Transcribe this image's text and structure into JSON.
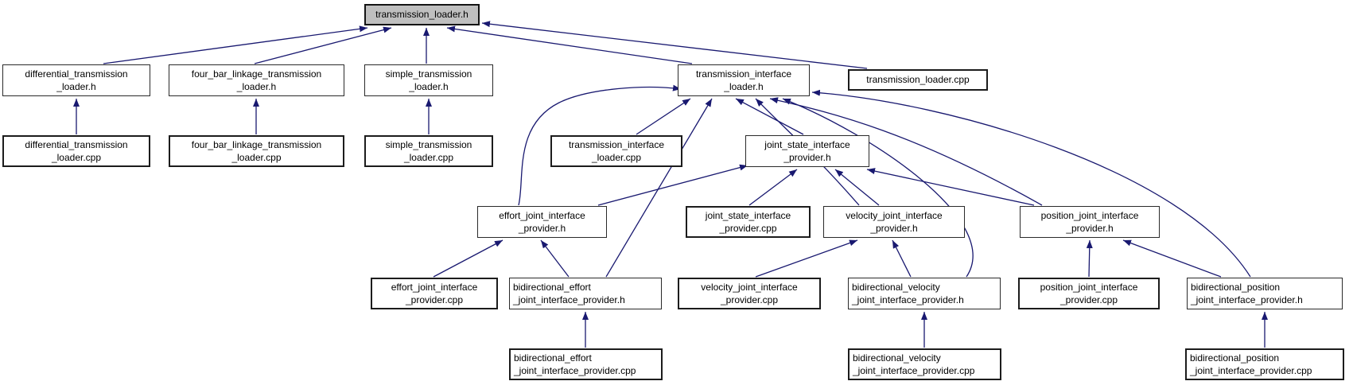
{
  "diagram": {
    "kind": "include-dependency-graph",
    "main_node": "transmission_loader.h",
    "background_color": "#ffffff",
    "edge_color": "#191970",
    "main_node_fill": "#bfbfbf",
    "node_fill": "#ffffff",
    "nodes": [
      {
        "id": "transmission_loader_h",
        "label": "transmission_loader.h",
        "lines": [
          "transmission_loader.h"
        ],
        "highlighted": true
      },
      {
        "id": "differential_transmission_loader_h",
        "label": "differential_transmission_loader.h",
        "lines": [
          "differential_transmission",
          "_loader.h"
        ]
      },
      {
        "id": "four_bar_linkage_transmission_loader_h",
        "label": "four_bar_linkage_transmission_loader.h",
        "lines": [
          "four_bar_linkage_transmission",
          "_loader.h"
        ]
      },
      {
        "id": "simple_transmission_loader_h",
        "label": "simple_transmission_loader.h",
        "lines": [
          "simple_transmission",
          "_loader.h"
        ]
      },
      {
        "id": "transmission_interface_loader_h",
        "label": "transmission_interface_loader.h",
        "lines": [
          "transmission_interface",
          "_loader.h"
        ]
      },
      {
        "id": "transmission_loader_cpp",
        "label": "transmission_loader.cpp",
        "lines": [
          "transmission_loader.cpp"
        ]
      },
      {
        "id": "differential_transmission_loader_cpp",
        "label": "differential_transmission_loader.cpp",
        "lines": [
          "differential_transmission",
          "_loader.cpp"
        ]
      },
      {
        "id": "four_bar_linkage_transmission_loader_cpp",
        "label": "four_bar_linkage_transmission_loader.cpp",
        "lines": [
          "four_bar_linkage_transmission",
          "_loader.cpp"
        ]
      },
      {
        "id": "simple_transmission_loader_cpp",
        "label": "simple_transmission_loader.cpp",
        "lines": [
          "simple_transmission",
          "_loader.cpp"
        ]
      },
      {
        "id": "transmission_interface_loader_cpp",
        "label": "transmission_interface_loader.cpp",
        "lines": [
          "transmission_interface",
          "_loader.cpp"
        ]
      },
      {
        "id": "joint_state_interface_provider_h",
        "label": "joint_state_interface_provider.h",
        "lines": [
          "joint_state_interface",
          "_provider.h"
        ]
      },
      {
        "id": "effort_joint_interface_provider_h",
        "label": "effort_joint_interface_provider.h",
        "lines": [
          "effort_joint_interface",
          "_provider.h"
        ]
      },
      {
        "id": "joint_state_interface_provider_cpp",
        "label": "joint_state_interface_provider.cpp",
        "lines": [
          "joint_state_interface",
          "_provider.cpp"
        ]
      },
      {
        "id": "velocity_joint_interface_provider_h",
        "label": "velocity_joint_interface_provider.h",
        "lines": [
          "velocity_joint_interface",
          "_provider.h"
        ]
      },
      {
        "id": "position_joint_interface_provider_h",
        "label": "position_joint_interface_provider.h",
        "lines": [
          "position_joint_interface",
          "_provider.h"
        ]
      },
      {
        "id": "effort_joint_interface_provider_cpp",
        "label": "effort_joint_interface_provider.cpp",
        "lines": [
          "effort_joint_interface",
          "_provider.cpp"
        ]
      },
      {
        "id": "bidirectional_effort_joint_interface_provider_h",
        "label": "bidirectional_effort_joint_interface_provider.h",
        "lines": [
          "bidirectional_effort",
          "_joint_interface_provider.h"
        ]
      },
      {
        "id": "velocity_joint_interface_provider_cpp",
        "label": "velocity_joint_interface_provider.cpp",
        "lines": [
          "velocity_joint_interface",
          "_provider.cpp"
        ]
      },
      {
        "id": "bidirectional_velocity_joint_interface_provider_h",
        "label": "bidirectional_velocity_joint_interface_provider.h",
        "lines": [
          "bidirectional_velocity",
          "_joint_interface_provider.h"
        ]
      },
      {
        "id": "position_joint_interface_provider_cpp",
        "label": "position_joint_interface_provider.cpp",
        "lines": [
          "position_joint_interface",
          "_provider.cpp"
        ]
      },
      {
        "id": "bidirectional_position_joint_interface_provider_h",
        "label": "bidirectional_position_joint_interface_provider.h",
        "lines": [
          "bidirectional_position",
          "_joint_interface_provider.h"
        ]
      },
      {
        "id": "bidirectional_effort_joint_interface_provider_cpp",
        "label": "bidirectional_effort_joint_interface_provider.cpp",
        "lines": [
          "bidirectional_effort",
          "_joint_interface_provider.cpp"
        ]
      },
      {
        "id": "bidirectional_velocity_joint_interface_provider_cpp",
        "label": "bidirectional_velocity_joint_interface_provider.cpp",
        "lines": [
          "bidirectional_velocity",
          "_joint_interface_provider.cpp"
        ]
      },
      {
        "id": "bidirectional_position_joint_interface_provider_cpp",
        "label": "bidirectional_position_joint_interface_provider.cpp",
        "lines": [
          "bidirectional_position",
          "_joint_interface_provider.cpp"
        ]
      }
    ],
    "edges": [
      {
        "from": "differential_transmission_loader_h",
        "to": "transmission_loader_h"
      },
      {
        "from": "four_bar_linkage_transmission_loader_h",
        "to": "transmission_loader_h"
      },
      {
        "from": "simple_transmission_loader_h",
        "to": "transmission_loader_h"
      },
      {
        "from": "transmission_interface_loader_h",
        "to": "transmission_loader_h"
      },
      {
        "from": "transmission_loader_cpp",
        "to": "transmission_loader_h"
      },
      {
        "from": "differential_transmission_loader_cpp",
        "to": "differential_transmission_loader_h"
      },
      {
        "from": "four_bar_linkage_transmission_loader_cpp",
        "to": "four_bar_linkage_transmission_loader_h"
      },
      {
        "from": "simple_transmission_loader_cpp",
        "to": "simple_transmission_loader_h"
      },
      {
        "from": "transmission_interface_loader_cpp",
        "to": "transmission_interface_loader_h"
      },
      {
        "from": "joint_state_interface_provider_h",
        "to": "transmission_interface_loader_h"
      },
      {
        "from": "effort_joint_interface_provider_h",
        "to": "transmission_interface_loader_h"
      },
      {
        "from": "velocity_joint_interface_provider_h",
        "to": "transmission_interface_loader_h"
      },
      {
        "from": "position_joint_interface_provider_h",
        "to": "transmission_interface_loader_h"
      },
      {
        "from": "bidirectional_effort_joint_interface_provider_h",
        "to": "transmission_interface_loader_h"
      },
      {
        "from": "bidirectional_velocity_joint_interface_provider_h",
        "to": "transmission_interface_loader_h"
      },
      {
        "from": "bidirectional_position_joint_interface_provider_h",
        "to": "transmission_interface_loader_h"
      },
      {
        "from": "joint_state_interface_provider_cpp",
        "to": "joint_state_interface_provider_h"
      },
      {
        "from": "effort_joint_interface_provider_h",
        "to": "joint_state_interface_provider_h"
      },
      {
        "from": "velocity_joint_interface_provider_h",
        "to": "joint_state_interface_provider_h"
      },
      {
        "from": "position_joint_interface_provider_h",
        "to": "joint_state_interface_provider_h"
      },
      {
        "from": "effort_joint_interface_provider_cpp",
        "to": "effort_joint_interface_provider_h"
      },
      {
        "from": "bidirectional_effort_joint_interface_provider_h",
        "to": "effort_joint_interface_provider_h"
      },
      {
        "from": "velocity_joint_interface_provider_cpp",
        "to": "velocity_joint_interface_provider_h"
      },
      {
        "from": "bidirectional_velocity_joint_interface_provider_h",
        "to": "velocity_joint_interface_provider_h"
      },
      {
        "from": "position_joint_interface_provider_cpp",
        "to": "position_joint_interface_provider_h"
      },
      {
        "from": "bidirectional_position_joint_interface_provider_h",
        "to": "position_joint_interface_provider_h"
      },
      {
        "from": "bidirectional_effort_joint_interface_provider_cpp",
        "to": "bidirectional_effort_joint_interface_provider_h"
      },
      {
        "from": "bidirectional_velocity_joint_interface_provider_cpp",
        "to": "bidirectional_velocity_joint_interface_provider_h"
      },
      {
        "from": "bidirectional_position_joint_interface_provider_cpp",
        "to": "bidirectional_position_joint_interface_provider_h"
      }
    ]
  }
}
